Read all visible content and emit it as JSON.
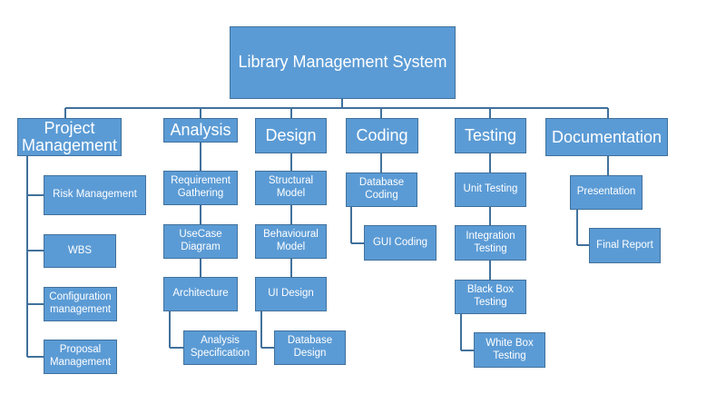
{
  "title": "Library Management System",
  "colors": {
    "box_fill": "#5b9bd5",
    "box_border": "#41719c",
    "connector": "#41719c",
    "text": "#ffffff"
  },
  "phases": [
    {
      "label": "Project\nManagement",
      "items": [
        "Risk  Management",
        "WBS",
        "Configuration\nmanagement",
        "Proposal\nManagement"
      ]
    },
    {
      "label": "Analysis",
      "items": [
        "Requirement\nGathering",
        "UseCase\nDiagram",
        "Architecture",
        "Analysis\nSpecification"
      ]
    },
    {
      "label": "Design",
      "items": [
        "Structural\nModel",
        "Behavioural\nModel",
        "UI Design",
        "Database\nDesign"
      ]
    },
    {
      "label": "Coding",
      "items": [
        "Database\nCoding",
        "GUI Coding"
      ]
    },
    {
      "label": "Testing",
      "items": [
        "Unit Testing",
        "Integration\nTesting",
        "Black Box\nTesting",
        "White Box\nTesting"
      ]
    },
    {
      "label": "Documentation",
      "items": [
        "Presentation",
        "Final Report"
      ]
    }
  ]
}
